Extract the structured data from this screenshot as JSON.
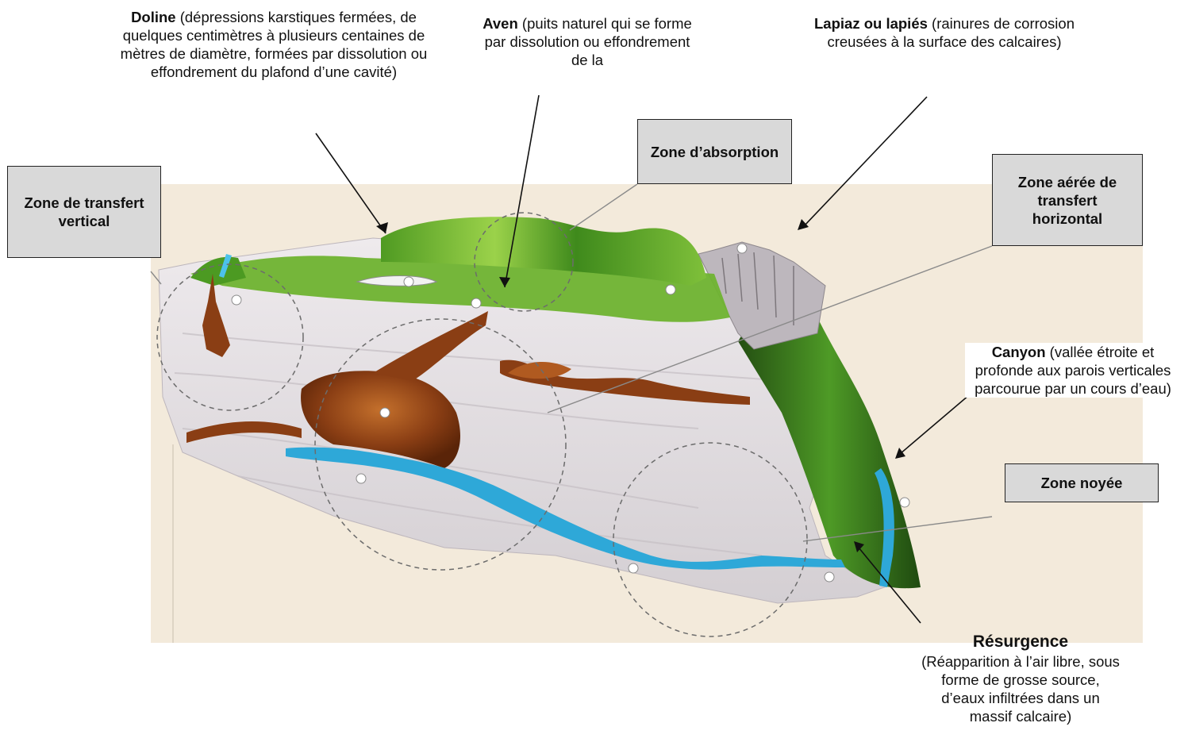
{
  "labels": {
    "doline": {
      "title": "Doline",
      "desc": "(dépressions karstiques fermées, de quelques centimètres à plusieurs centaines de mètres de diamètre, formées par dissolution ou effondrement du plafond d’une cavité)"
    },
    "aven": {
      "title": "Aven",
      "desc": "(puits naturel qui se forme par dissolution ou effondrement de la"
    },
    "lapiaz": {
      "title": "Lapiaz ou lapiés",
      "desc": "(rainures de corrosion creusées à la surface des calcaires)"
    },
    "canyon": {
      "title": "Canyon",
      "desc": "(vallée étroite et profonde aux parois verticales parcourue par un cours d’eau)"
    },
    "resurgence": {
      "title": "Résurgence",
      "desc": "(Réapparition à l’air libre, sous forme de grosse source, d’eaux infiltrées dans un massif calcaire)"
    }
  },
  "zones": {
    "vertical": "Zone de transfert vertical",
    "absorption": "Zone d’absorption",
    "horizontal": "Zone aérée de transfert horizontal",
    "noyee": "Zone noyée"
  },
  "colors": {
    "background": "#f3eadb",
    "limestone": "#e4e0e3",
    "grass": "#5fa52a",
    "grass_dark": "#2f6d18",
    "cave": "#8a3e14",
    "water": "#2ea8d8",
    "callout_box": "#d9d9d9"
  }
}
